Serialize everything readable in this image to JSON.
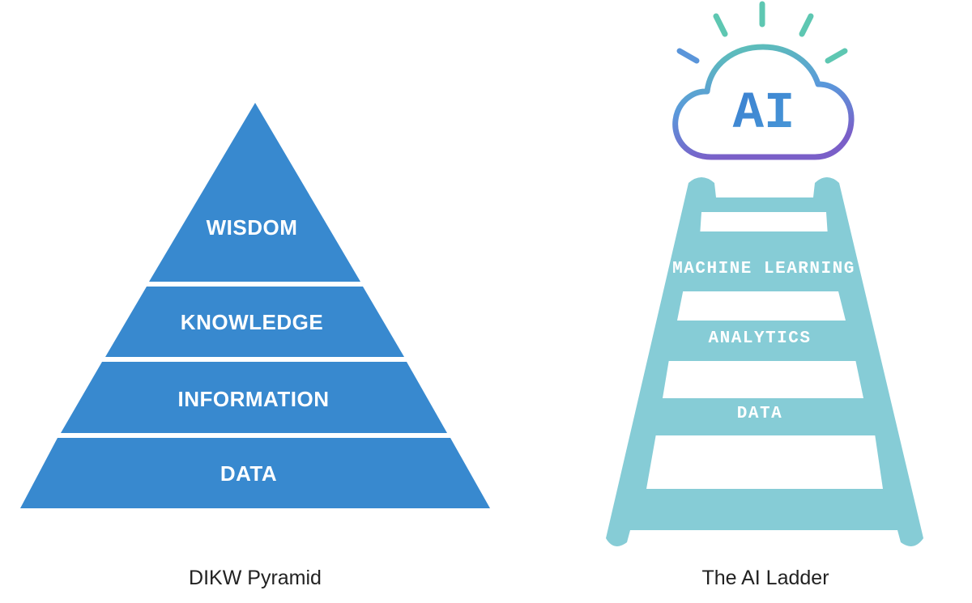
{
  "pyramid": {
    "caption": "DIKW Pyramid",
    "levels": [
      "WISDOM",
      "KNOWLEDGE",
      "INFORMATION",
      "DATA"
    ]
  },
  "ladder": {
    "caption": "The AI Ladder",
    "cloud_text": "AI",
    "rungs": [
      "MACHINE LEARNING",
      "ANALYTICS",
      "DATA"
    ]
  },
  "colors": {
    "pyramid_blue": "#3889cf",
    "ladder_teal": "#86ccd6",
    "label_white": "#ffffff",
    "ai_blue": "#3a7fd0",
    "cloud_green": "#5ec7b2",
    "cloud_purple": "#7a5fc8",
    "caption_text": "#222222"
  }
}
